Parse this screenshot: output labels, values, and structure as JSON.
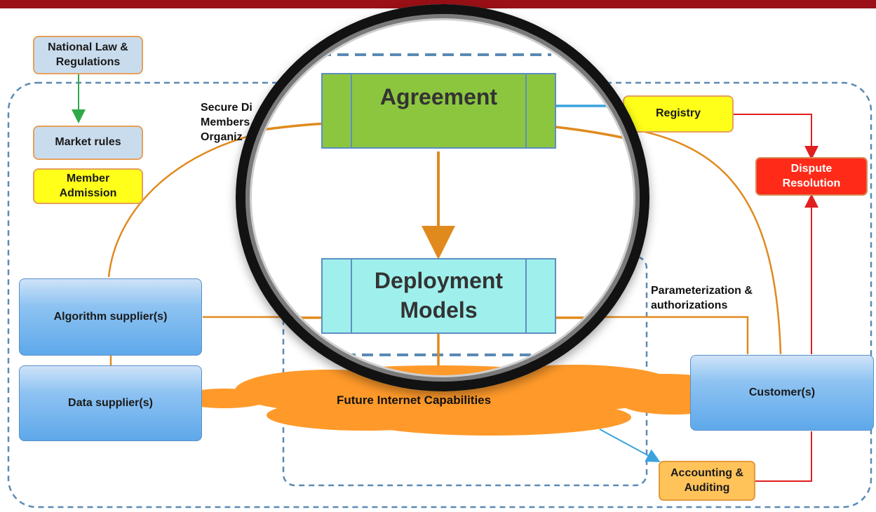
{
  "diagram": {
    "national_law": "National Law & Regulations",
    "market_rules": "Market rules",
    "member_admission": "Member Admission",
    "secure_text_line1": "Secure Di",
    "secure_text_line2": "Members",
    "secure_text_line3": "Organiz",
    "agreement": "Agreement",
    "deployment_models_line1": "Deployment",
    "deployment_models_line2": "Models",
    "registry": "Registry",
    "dispute_resolution": "Dispute Resolution",
    "parameterization": "Parameterization & authorizations",
    "algorithm_supplier": "Algorithm supplier(s)",
    "data_supplier": "Data supplier(s)",
    "future_internet": "Future Internet Capabilities",
    "customer": "Customer(s)",
    "accounting": "Accounting & Auditing"
  },
  "colors": {
    "topbar": "#9a1016",
    "dashed_frame": "#5b8ab5",
    "orange_line": "#e08a1e",
    "red_line": "#e02020",
    "green_arrow": "#2fa84a",
    "blue_arrow": "#3aa3dd",
    "agreement_fill": "#8cc63f",
    "deployment_fill": "#9ff0ec",
    "cloud_fill": "#ff9a2a"
  }
}
